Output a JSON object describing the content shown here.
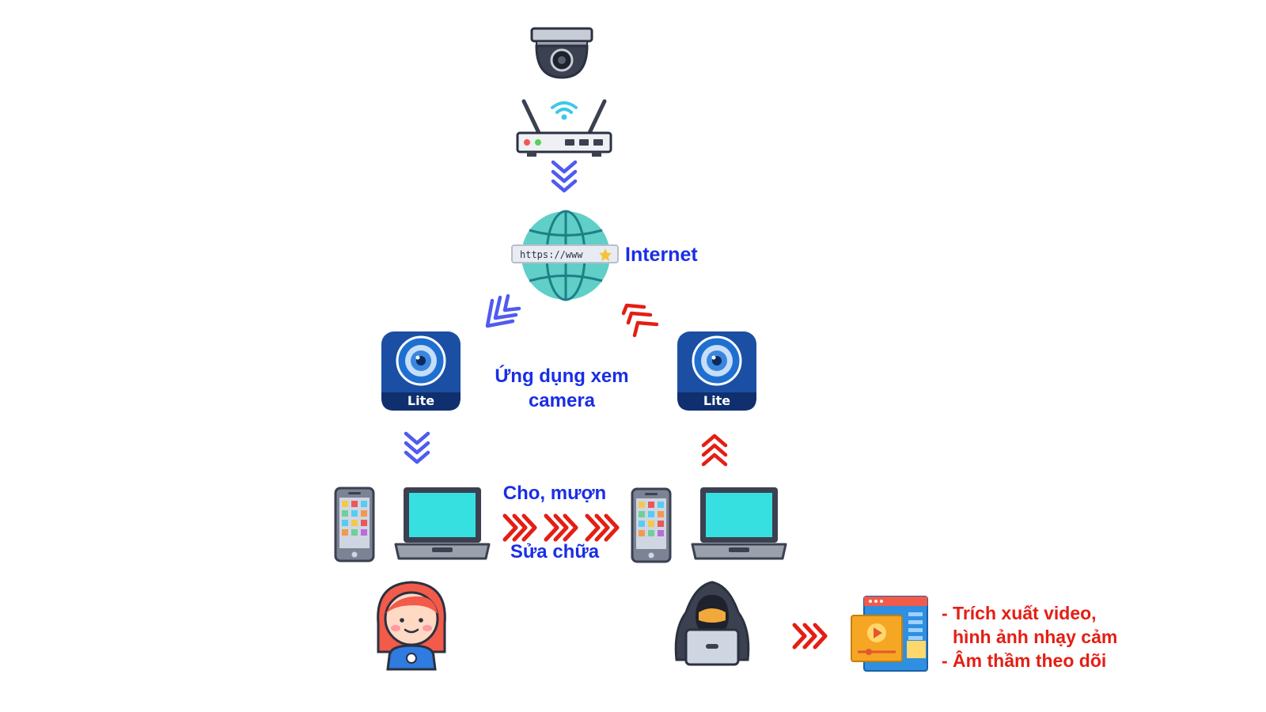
{
  "labels": {
    "internet": "Internet",
    "app_line1": "Ứng dụng xem",
    "app_line2": "camera",
    "lend": "Cho, mượn",
    "repair": "Sửa chữa",
    "lite_left": "Lite",
    "lite_right": "Lite",
    "url": "https://www",
    "outcome_1": "- Trích xuất video,",
    "outcome_2": "hình ảnh nhạy cảm",
    "outcome_3": "- Âm thầm theo dõi"
  },
  "icons": [
    "security-camera-icon",
    "wifi-router-icon",
    "globe-icon",
    "camera-app-icon",
    "smartphone-icon",
    "laptop-icon",
    "user-girl-icon",
    "hacker-icon",
    "video-extract-icon"
  ],
  "colors": {
    "flow_normal": "#4f5bf0",
    "flow_malicious": "#e41e14",
    "text_blue": "#1a2ee6",
    "text_red": "#e41e14",
    "globe": "#5fcfc8",
    "app_bg": "#1a4fa3",
    "screen": "#36e0e0"
  }
}
